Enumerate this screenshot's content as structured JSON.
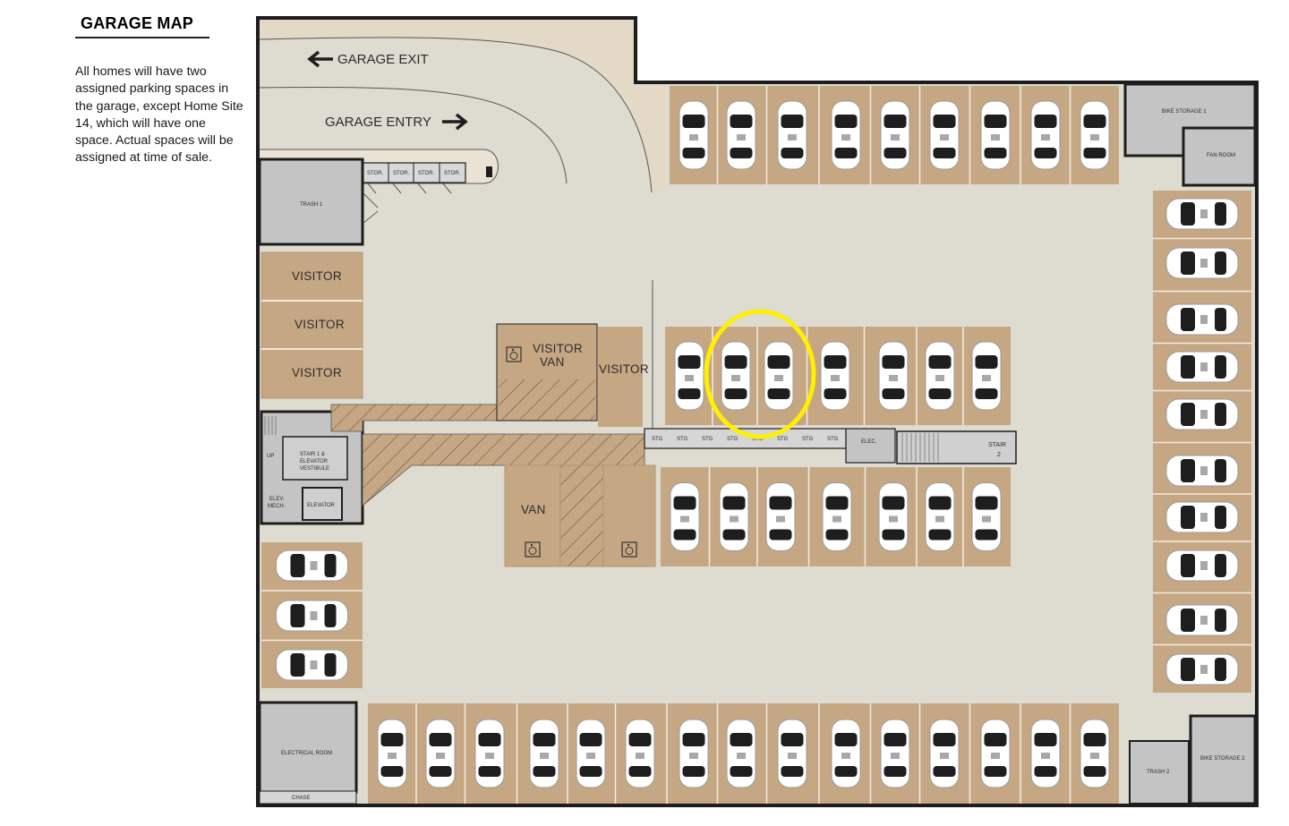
{
  "title": "GARAGE MAP",
  "note": "All homes will have two assigned parking spaces in the garage, except Home Site 14, which will have one space. Actual spaces will be assigned at time of sale.",
  "labels": {
    "garage_exit": "GARAGE EXIT",
    "garage_entry": "GARAGE ENTRY",
    "trash_1": "TRASH 1",
    "trash_2": "TRASH 2",
    "bike_storage_1": "BIKE STORAGE 1",
    "bike_storage_2": "BIKE STORAGE 2",
    "fan_room": "FAN ROOM",
    "electrical_room": "ELECTRICAL ROOM",
    "chase": "CHASE",
    "stair_1": "STAIR 1 &",
    "stair_1b": "ELEVATOR",
    "stair_1c": "VESTIBULE",
    "elevator": "ELEVATOR",
    "elev_mech": "ELEV.",
    "elev_mech_b": "MECH.",
    "up": "UP",
    "stair_2": "STAIR",
    "stair_2_num": "2",
    "elec": "ELEC.",
    "visitor": "VISITOR",
    "visitor_van_1": "VISITOR",
    "visitor_van_2": "VAN",
    "van": "VAN",
    "stor": "STOR.",
    "stg": "STG"
  },
  "visitor_spaces": [
    "VISITOR",
    "VISITOR",
    "VISITOR"
  ],
  "storage_units": [
    "STOR.",
    "STOR.",
    "STOR.",
    "STOR."
  ],
  "stg_units": [
    "STG",
    "STG",
    "STG",
    "STG",
    "STG",
    "STG",
    "STG",
    "STG"
  ],
  "colors": {
    "floor": "#dedbd1",
    "space": "#c6a783",
    "wall": "#1d1d1d",
    "room": "#c4c4c4",
    "ramp": "#e7dccb",
    "highlight": "#ffef00"
  },
  "highlight": "2 highlighted spaces"
}
